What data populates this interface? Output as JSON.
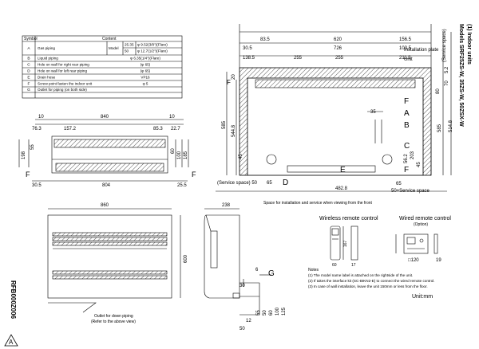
{
  "symbol_table": {
    "headers": [
      "Symbol",
      "Content"
    ],
    "rows": [
      {
        "symbol": "A",
        "content": "Gas piping",
        "model_label": "Model",
        "models": [
          "25.35",
          "50"
        ],
        "values": [
          "φ 9.52(3/8\")(Flare)",
          "φ 12.7(1/2\")(Flare)"
        ]
      },
      {
        "symbol": "B",
        "content": "Liquid piping",
        "value": "φ 6.35(1/4\")(Flare)"
      },
      {
        "symbol": "C",
        "content": "Hole on wall for right rear piping",
        "value": "(φ 65)"
      },
      {
        "symbol": "D",
        "content": "Hole on wall for left rear piping",
        "value": "(φ 65)"
      },
      {
        "symbol": "E",
        "content": "Drain hose",
        "value": "VP16"
      },
      {
        "symbol": "F",
        "content": "Screw point fasten the indoor unit",
        "value": "φ 5"
      },
      {
        "symbol": "G",
        "content": "Outlet for piping (on both side)",
        "value": ""
      }
    ]
  },
  "top_view": {
    "dims": [
      "10",
      "840",
      "10",
      "76.3",
      "157.2",
      "85.3",
      "22.7"
    ],
    "side_dims": [
      "55",
      "198",
      "60",
      "100",
      "185"
    ],
    "bottom_dims": [
      "30.5",
      "804",
      "25.5"
    ],
    "label_f": "F"
  },
  "installation": {
    "top_dims": [
      "83.5",
      "620",
      "156.5",
      "30.5",
      "726",
      "103.5",
      "138.5",
      "255",
      "255",
      "211.5"
    ],
    "plate_label": "Installation plate",
    "unit_label": "Unit",
    "service_space_right": "(Service space)",
    "right_dims": [
      "5.2",
      "70",
      "80",
      "585",
      "514.8"
    ],
    "left_dims": [
      "20",
      "F",
      "585",
      "544.8"
    ],
    "inner_dims": [
      "35",
      "45",
      "56.2",
      "203",
      "65",
      "45"
    ],
    "labels": [
      "F",
      "A",
      "B",
      "C",
      "F",
      "E",
      "D"
    ],
    "bottom_left": "(Service space) 50",
    "bottom_left2": "65",
    "bottom_mid": "482.8",
    "bottom_right": "50+Service space",
    "caption": "Space for installation and service when viewing from the front"
  },
  "front_view": {
    "width": "860",
    "height": "600",
    "outlet_note_1": "Outlet for down piping",
    "outlet_note_2": "(Refer to the above view)"
  },
  "side_view": {
    "depth": "238",
    "g_label": "G",
    "g_dims": [
      "6",
      "30",
      "12",
      "55",
      "50",
      "60",
      "100",
      "125",
      "50"
    ]
  },
  "remotes": {
    "wireless_title": "Wireless remote control",
    "wireless_dims": [
      "60",
      "167",
      "17"
    ],
    "wired_title": "Wired remote control",
    "wired_sub": "(Option)",
    "wired_dims": [
      "□120",
      "19"
    ]
  },
  "notes": {
    "title": "Notes",
    "items": [
      "(1) The model name label is attached on the rightside of the unit.",
      "(2) If takes the interface kit (SC-BIKN2-E) to connect the wired remote control.",
      "(3) In case of wall installation, leave the unit 150mm or less from the floor."
    ],
    "unit": "Unit:mm"
  },
  "sidebar": {
    "heading": "(1) Indoor units",
    "models": "Models SRF25ZS-W, 35ZS-W, 50ZSX-W"
  },
  "drawing_number": "RFB000Z006",
  "drawing_rev": "A"
}
